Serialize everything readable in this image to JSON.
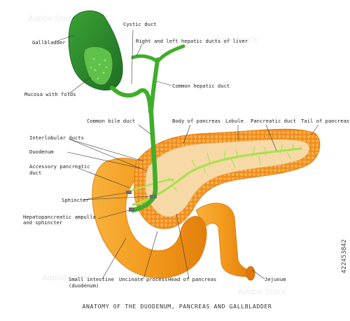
{
  "title": "ANATOMY OF THE DUODENUM, PANCREAS AND GALLBLADDER",
  "stock_id": "422453842",
  "colors": {
    "gallbladder": "#2f8f2f",
    "duct": "#3fae2a",
    "duodenum": "#f29a1c",
    "pancreas": "#f39a2a",
    "pancreas_inner": "#f6d9a6",
    "pancreatic_duct": "#b9e86a"
  },
  "labels": {
    "gallbladder": "Gallbladder",
    "cystic_duct": "Cystic duct",
    "hepatic_ducts": "Right and left hepatic ducts of liver",
    "mucosa": "Mucosa with folds",
    "common_hepatic": "Common hepatic duct",
    "common_bile": "Common bile duct",
    "body_pancreas": "Body of pancreas",
    "lobule": "Lobule",
    "pancreatic_duct": "Pancreatic duct",
    "tail_pancreas": "Tail of pancreas",
    "interlobular": "Interlobular ducts",
    "duodenum": "Duodenum",
    "accessory_1": "Accessory pancreatic",
    "accessory_2": "duct",
    "sphincter": "Sphincter",
    "ampulla_1": "Hepatopancreatic ampulla",
    "ampulla_2": "and sphincter",
    "small_int_1": "Small intestine",
    "small_int_2": "(duodenum)",
    "uncinate": "Uncinate process",
    "head_pancreas": "Head of pancreas",
    "jejunum": "Jejunum"
  }
}
